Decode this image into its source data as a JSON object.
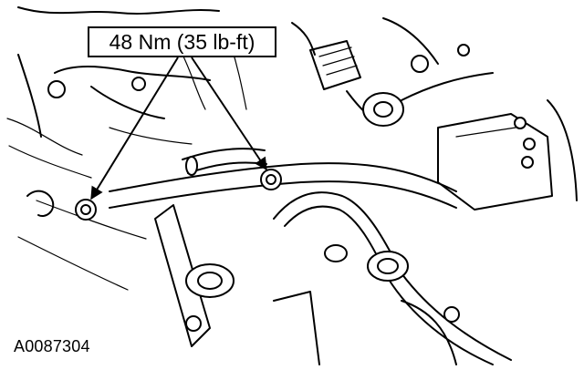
{
  "callout": {
    "torque_label": "48 Nm (35 lb-ft)"
  },
  "figure": {
    "id": "A0087304"
  },
  "fasteners": {
    "count": 2
  }
}
